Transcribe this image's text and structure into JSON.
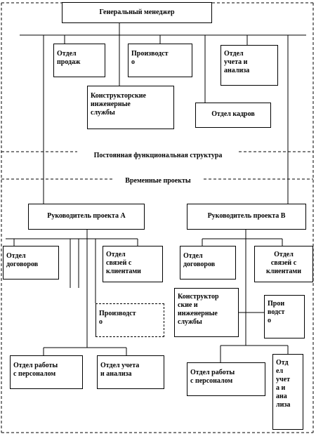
{
  "diagram": {
    "top": {
      "manager": "Генеральный менеджер"
    },
    "permanent": {
      "sales": "Отдел\nпродаж",
      "production": "Производст\nо",
      "accounting": "Отдел\nучета и\nанализа",
      "engineering": "Конструкторские\nинженерные\nслужбы",
      "hr": "Отдел кадров",
      "caption": "Постоянная функциональная структура"
    },
    "temporary": {
      "caption": "Временные проекты",
      "project_a": {
        "head": "Руководитель проекта  А",
        "contracts": "Отдел\nдоговоров",
        "clients": "Отдел\nсвязей с\nклиентами",
        "production": "Производст\nо",
        "staff": "Отдел  работы\nс персоналом",
        "accounting": "Отдел  учета\nи анализа"
      },
      "project_b": {
        "head": "Руководитель  проекта  В",
        "contracts": "Отдел\nдоговоров",
        "clients": "Отдел\nсвязей с\nклиентами",
        "engineering": "Конструктор\nские и\nинженерные\nслужбы",
        "production": "Прои\nводст\nо",
        "staff": "Отдел работы\nс персоналом",
        "accounting": "Отд\nел\nучет\nа и\nана\nлиза"
      }
    }
  }
}
